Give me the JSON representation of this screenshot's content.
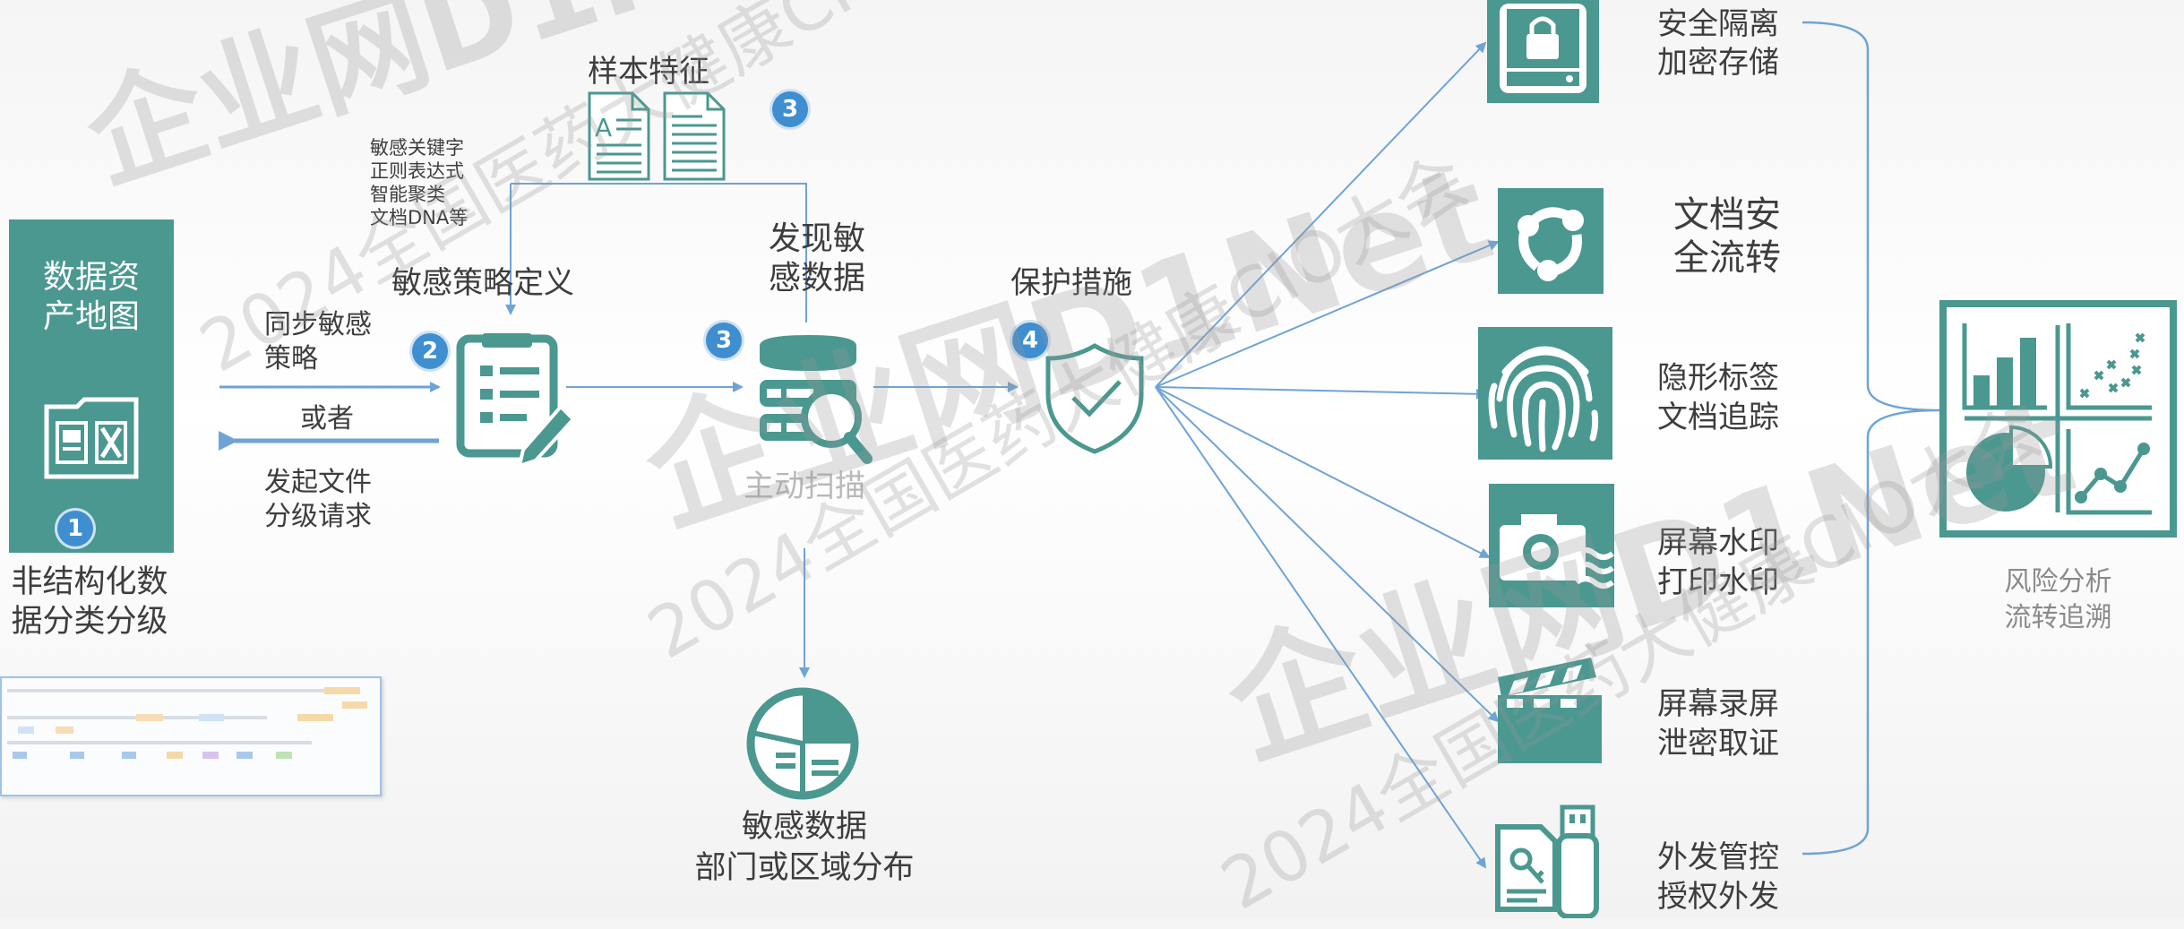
{
  "watermark": {
    "logo": "企业网D1Net",
    "event": "2024全国医药大健康CIO大会"
  },
  "left": {
    "box_title": "数据资产地图",
    "box_title_l1": "数据资",
    "box_title_l2": "产地图",
    "badge": "1",
    "caption_l1": "非结构化数",
    "caption_l2": "据分类分级",
    "sync_l1": "同步敏感",
    "sync_l2": "策略",
    "or": "或者",
    "request_l1": "发起文件",
    "request_l2": "分级请求"
  },
  "policy": {
    "keywords": [
      "敏感关键字",
      "正则表达式",
      "智能聚类",
      "文档DNA等"
    ],
    "title": "敏感策略定义",
    "badge": "2"
  },
  "sample": {
    "title": "样本特征",
    "badge": "3"
  },
  "scan": {
    "discover_l1": "发现敏",
    "discover_l2": "感数据",
    "badge": "3",
    "label": "主动扫描"
  },
  "distribution": {
    "l1": "敏感数据",
    "l2": "部门或区域分布"
  },
  "protect": {
    "title": "保护措施",
    "badge": "4"
  },
  "measures": [
    {
      "icon": "encrypted-storage-icon",
      "l1": "安全隔离",
      "l2": "加密存储"
    },
    {
      "icon": "share-icon",
      "l1": "文档安",
      "l2": "全流转"
    },
    {
      "icon": "fingerprint-icon",
      "l1": "隐形标签",
      "l2": "文档追踪"
    },
    {
      "icon": "camera-icon",
      "l1": "屏幕水印",
      "l2": "打印水印"
    },
    {
      "icon": "clapperboard-icon",
      "l1": "屏幕录屏",
      "l2": "泄密取证"
    },
    {
      "icon": "usb-document-icon",
      "l1": "外发管控",
      "l2": "授权外发"
    }
  ],
  "analysis": {
    "l1": "风险分析",
    "l2": "流转追溯"
  },
  "colors": {
    "teal": "#4a9890",
    "arrow": "#6fa3d6",
    "badge": "#3f8ed0"
  }
}
